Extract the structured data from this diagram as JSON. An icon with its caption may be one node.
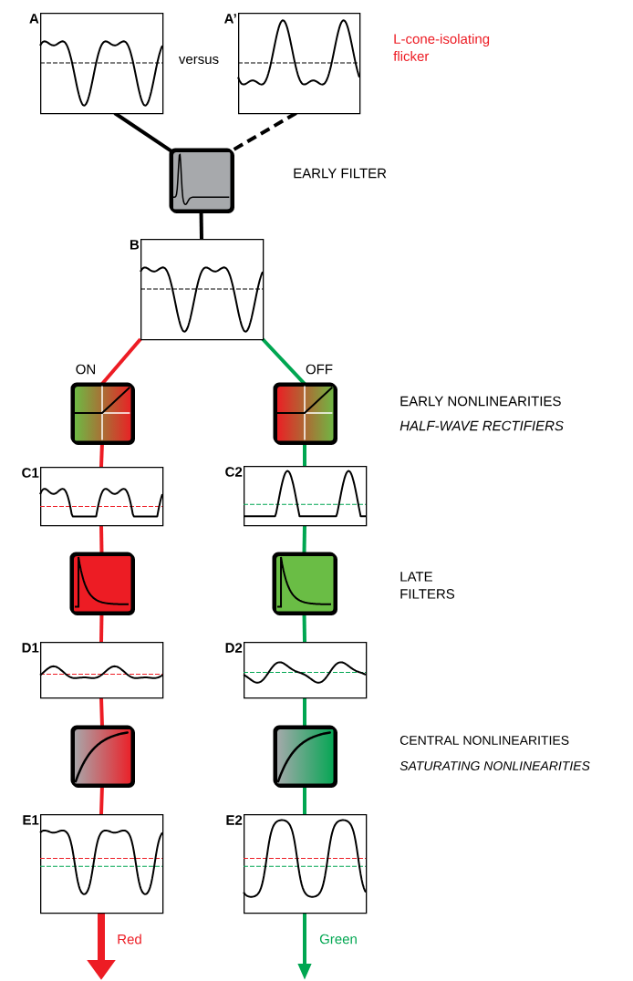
{
  "diagram": {
    "nodes": [
      {
        "text": [
          "A"
        ]
      },
      {
        "text": [
          "A’"
        ]
      },
      {
        "text": [],
        "shape": "box"
      },
      {
        "text": [
          "B"
        ]
      },
      {
        "text": [],
        "shape": "box"
      },
      {
        "text": [],
        "shape": "box"
      },
      {
        "text": [
          "C1"
        ]
      },
      {
        "text": [
          "C2"
        ]
      },
      {
        "text": [],
        "shape": "box"
      },
      {
        "text": [],
        "shape": "box"
      },
      {
        "text": [
          "D1"
        ]
      },
      {
        "text": [
          "D2"
        ]
      },
      {
        "text": [],
        "shape": "box"
      },
      {
        "text": [],
        "shape": "box"
      },
      {
        "text": [
          "E1"
        ]
      },
      {
        "text": [
          "E2"
        ]
      }
    ],
    "edges": [
      {
        "from": 0,
        "to": 2,
        "arrow": "none",
        "color": "#000000"
      },
      {
        "from": 1,
        "to": 2,
        "arrow": "none",
        "style": "dashed",
        "color": "#000000"
      },
      {
        "from": 2,
        "to": 3,
        "arrow": "none",
        "color": "#000000"
      },
      {
        "from": 3,
        "to": 4,
        "arrow": "none",
        "label": "ON",
        "color": "#ed1c24"
      },
      {
        "from": 3,
        "to": 5,
        "arrow": "none",
        "label": "OFF",
        "color": "#00a651"
      },
      {
        "from": 4,
        "to": 6,
        "arrow": "none",
        "color": "#ed1c24"
      },
      {
        "from": 6,
        "to": 8,
        "arrow": "none",
        "color": "#ed1c24"
      },
      {
        "from": 8,
        "to": 10,
        "arrow": "none",
        "color": "#ed1c24"
      },
      {
        "from": 10,
        "to": 12,
        "arrow": "none",
        "color": "#ed1c24"
      },
      {
        "from": 12,
        "to": 14,
        "arrow": "none",
        "color": "#ed1c24"
      },
      {
        "from": 5,
        "to": 7,
        "arrow": "none",
        "color": "#00a651"
      },
      {
        "from": 7,
        "to": 9,
        "arrow": "none",
        "color": "#00a651"
      },
      {
        "from": 9,
        "to": 11,
        "arrow": "none",
        "color": "#00a651"
      },
      {
        "from": 11,
        "to": 13,
        "arrow": "none",
        "color": "#00a651"
      },
      {
        "from": 13,
        "to": 15,
        "arrow": "none",
        "color": "#00a651"
      },
      {
        "from": 14,
        "to": null,
        "arrow": "to",
        "label": "Red",
        "style": "thick",
        "color": "#ed1c24"
      },
      {
        "from": 15,
        "to": null,
        "arrow": "to",
        "label": "Green",
        "color": "#00a651"
      }
    ],
    "labels": [
      "versus",
      "L-cone-isolating flicker",
      "EARLY FILTER",
      "EARLY NONLINEARITIES",
      "HALF-WAVE RECTIFIERS",
      "LATE FILTERS",
      "CENTRAL NONLINEARITIES",
      "SATURATING NONLINEARITIES"
    ]
  }
}
